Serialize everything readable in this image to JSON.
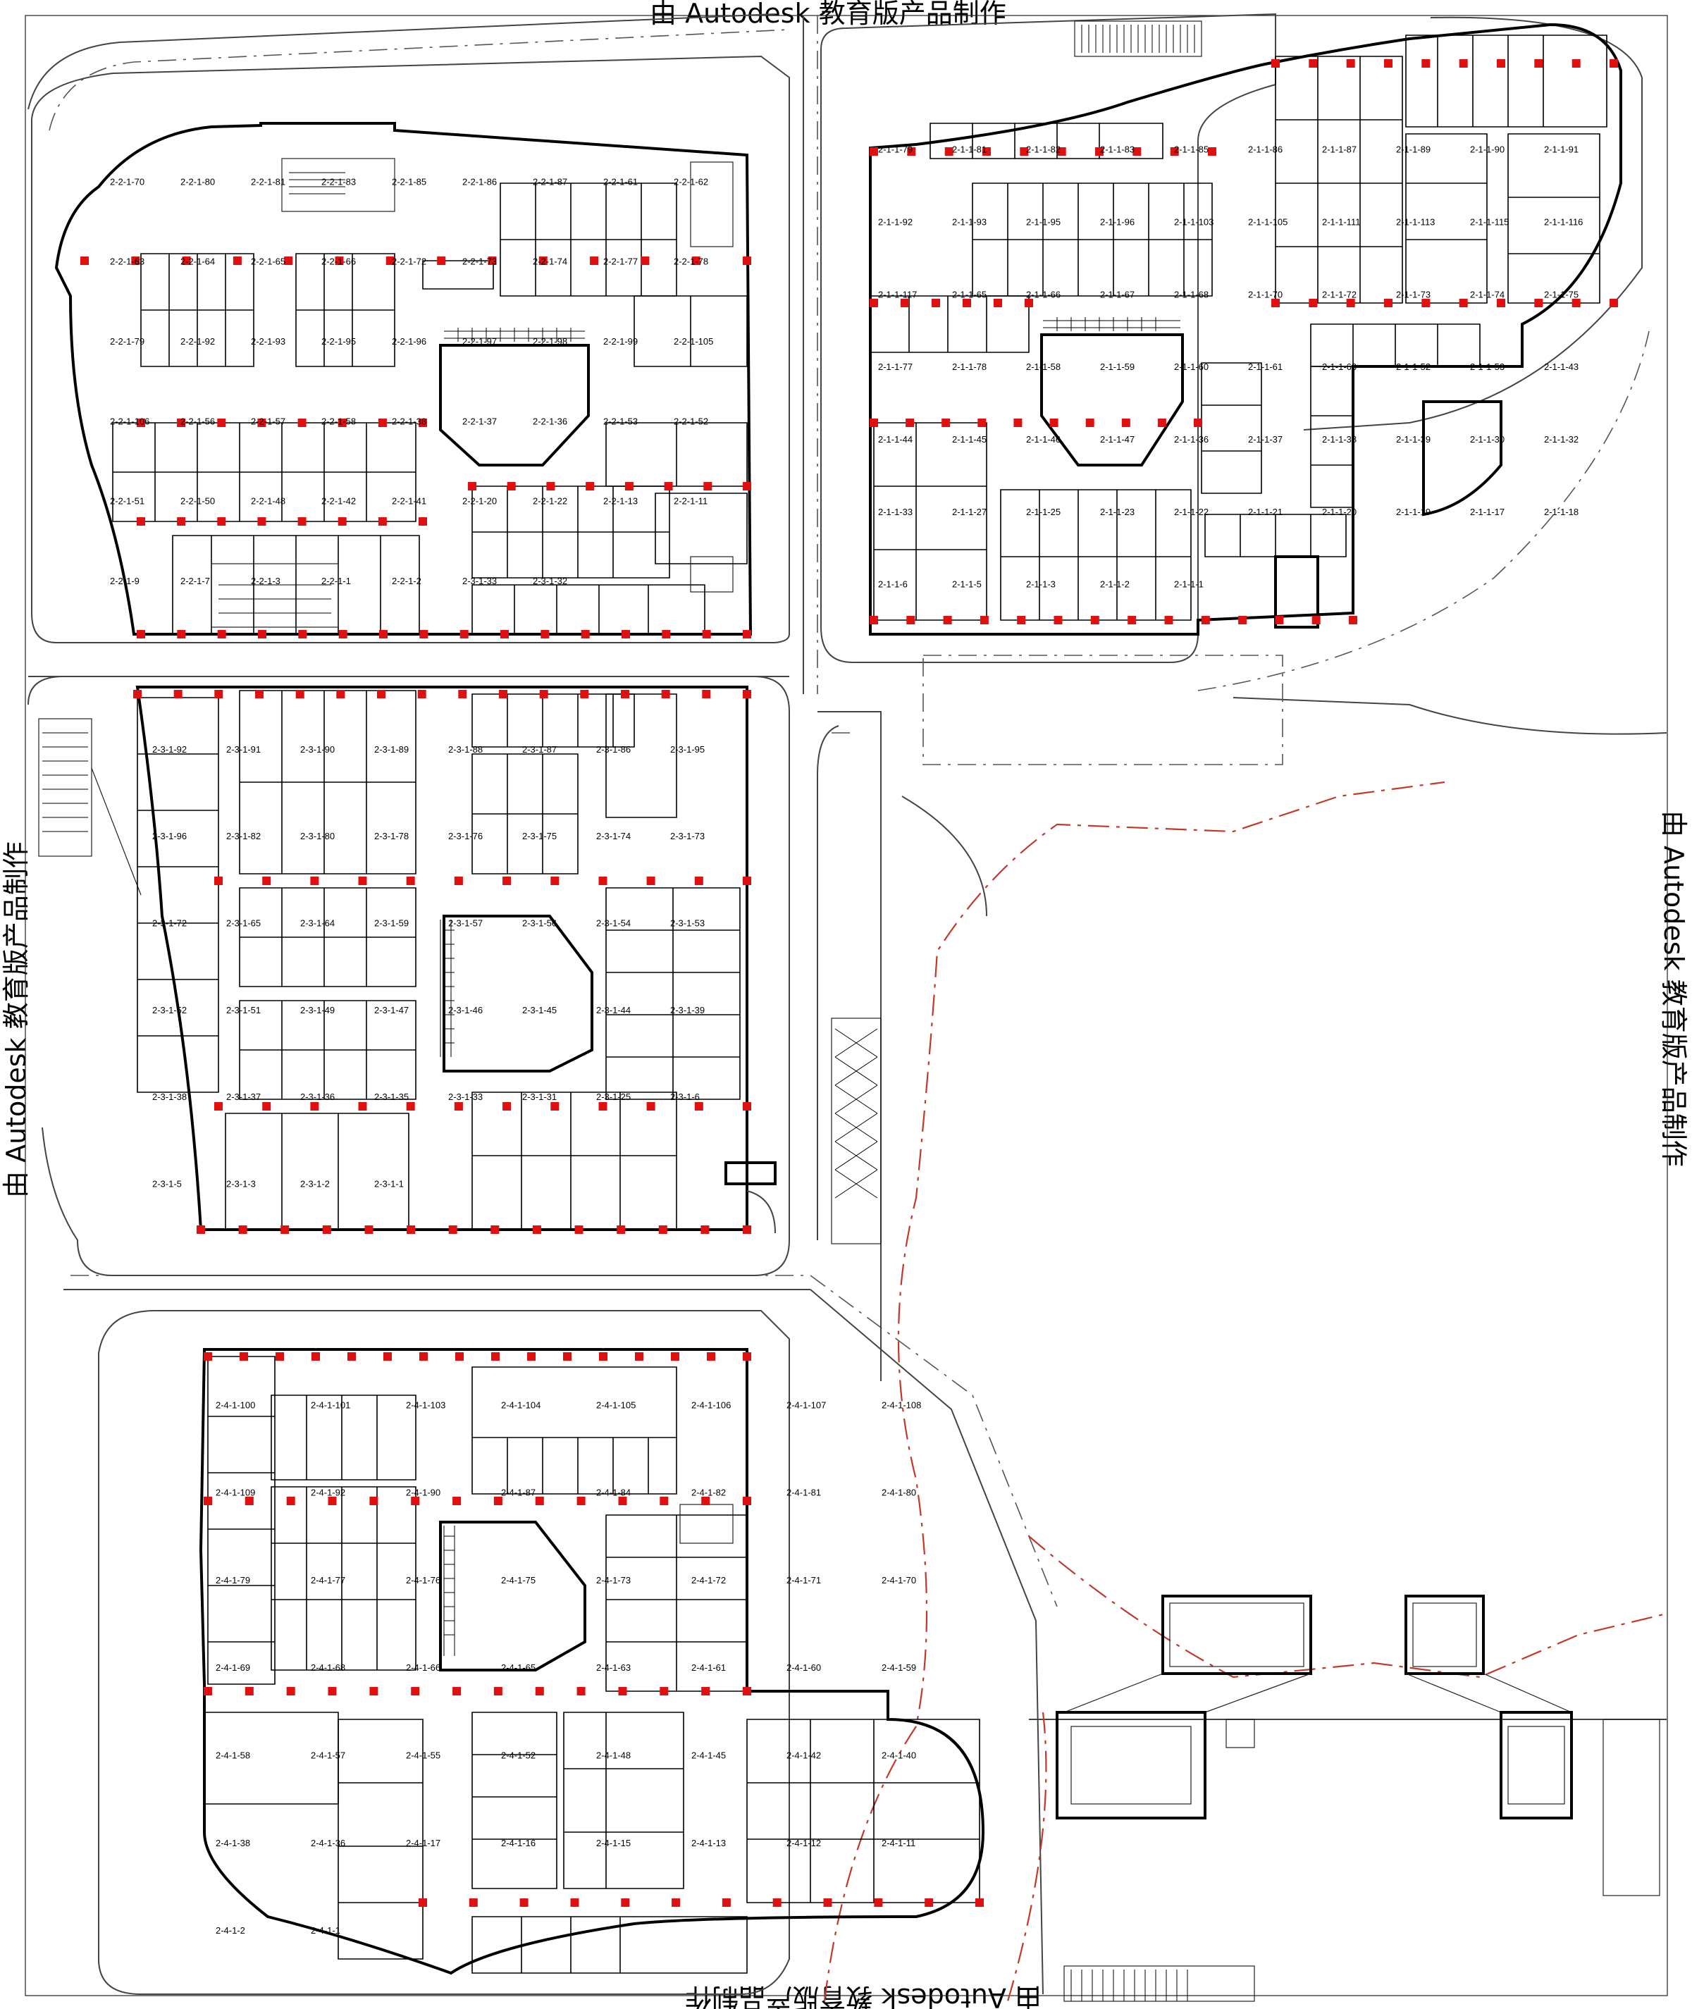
{
  "watermark": "由 Autodesk 教育版产品制作",
  "blocks": [
    {
      "id": "block-2-2",
      "units": [
        "2-2-1-70",
        "2-2-1-80",
        "2-2-1-81",
        "2-2-1-83",
        "2-2-1-85",
        "2-2-1-86",
        "2-2-1-87",
        "2-2-1-61",
        "2-2-1-62",
        "2-2-1-63",
        "2-2-1-64",
        "2-2-1-65",
        "2-2-1-66",
        "2-2-1-72",
        "2-2-1-73",
        "2-2-1-74",
        "2-2-1-77",
        "2-2-1-78",
        "2-2-1-79",
        "2-2-1-92",
        "2-2-1-93",
        "2-2-1-95",
        "2-2-1-96",
        "2-2-1-97",
        "2-2-1-98",
        "2-2-1-99",
        "2-2-1-105",
        "2-2-1-106",
        "2-2-1-56",
        "2-2-1-57",
        "2-2-1-58",
        "2-2-1-38",
        "2-2-1-37",
        "2-2-1-36",
        "2-2-1-53",
        "2-2-1-52",
        "2-2-1-51",
        "2-2-1-50",
        "2-2-1-48",
        "2-2-1-42",
        "2-2-1-41",
        "2-2-1-20",
        "2-2-1-22",
        "2-2-1-13",
        "2-2-1-11",
        "2-2-1-9",
        "2-2-1-7",
        "2-2-1-3",
        "2-2-1-1",
        "2-2-1-2",
        "2-3-1-33",
        "2-3-1-32"
      ]
    },
    {
      "id": "block-2-1",
      "units": [
        "2-1-1-79",
        "2-1-1-81",
        "2-1-1-82",
        "2-1-1-83",
        "2-1-1-85",
        "2-1-1-86",
        "2-1-1-87",
        "2-1-1-89",
        "2-1-1-90",
        "2-1-1-91",
        "2-1-1-92",
        "2-1-1-93",
        "2-1-1-95",
        "2-1-1-96",
        "2-1-1-103",
        "2-1-1-105",
        "2-1-1-111",
        "2-1-1-113",
        "2-1-1-115",
        "2-1-1-116",
        "2-1-1-117",
        "2-1-1-65",
        "2-1-1-66",
        "2-1-1-67",
        "2-1-1-68",
        "2-1-1-70",
        "2-1-1-72",
        "2-1-1-73",
        "2-1-1-74",
        "2-1-1-75",
        "2-1-1-77",
        "2-1-1-78",
        "2-1-1-58",
        "2-1-1-59",
        "2-1-1-60",
        "2-1-1-61",
        "2-1-1-63",
        "2-1-1-52",
        "2-1-1-53",
        "2-1-1-43",
        "2-1-1-44",
        "2-1-1-45",
        "2-1-1-46",
        "2-1-1-47",
        "2-1-1-36",
        "2-1-1-37",
        "2-1-1-38",
        "2-1-1-39",
        "2-1-1-30",
        "2-1-1-32",
        "2-1-1-33",
        "2-1-1-27",
        "2-1-1-25",
        "2-1-1-23",
        "2-1-1-22",
        "2-1-1-21",
        "2-1-1-20",
        "2-1-1-19",
        "2-1-1-17",
        "2-1-1-18",
        "2-1-1-6",
        "2-1-1-5",
        "2-1-1-3",
        "2-1-1-2",
        "2-1-1-1"
      ]
    },
    {
      "id": "block-2-3",
      "units": [
        "2-3-1-92",
        "2-3-1-91",
        "2-3-1-90",
        "2-3-1-89",
        "2-3-1-88",
        "2-3-1-87",
        "2-3-1-86",
        "2-3-1-95",
        "2-3-1-96",
        "2-3-1-82",
        "2-3-1-80",
        "2-3-1-78",
        "2-3-1-76",
        "2-3-1-75",
        "2-3-1-74",
        "2-3-1-73",
        "2-3-1-72",
        "2-3-1-65",
        "2-3-1-64",
        "2-3-1-59",
        "2-3-1-57",
        "2-3-1-56",
        "2-3-1-54",
        "2-3-1-53",
        "2-3-1-52",
        "2-3-1-51",
        "2-3-1-49",
        "2-3-1-47",
        "2-3-1-46",
        "2-3-1-45",
        "2-3-1-44",
        "2-3-1-39",
        "2-3-1-38",
        "2-3-1-37",
        "2-3-1-36",
        "2-3-1-35",
        "2-3-1-33",
        "2-3-1-31",
        "2-3-1-25",
        "2-3-1-6",
        "2-3-1-5",
        "2-3-1-3",
        "2-3-1-2",
        "2-3-1-1"
      ]
    },
    {
      "id": "block-2-4",
      "units": [
        "2-4-1-100",
        "2-4-1-101",
        "2-4-1-103",
        "2-4-1-104",
        "2-4-1-105",
        "2-4-1-106",
        "2-4-1-107",
        "2-4-1-108",
        "2-4-1-109",
        "2-4-1-92",
        "2-4-1-90",
        "2-4-1-87",
        "2-4-1-84",
        "2-4-1-82",
        "2-4-1-81",
        "2-4-1-80",
        "2-4-1-79",
        "2-4-1-77",
        "2-4-1-76",
        "2-4-1-75",
        "2-4-1-73",
        "2-4-1-72",
        "2-4-1-71",
        "2-4-1-70",
        "2-4-1-69",
        "2-4-1-68",
        "2-4-1-66",
        "2-4-1-65",
        "2-4-1-63",
        "2-4-1-61",
        "2-4-1-60",
        "2-4-1-59",
        "2-4-1-58",
        "2-4-1-57",
        "2-4-1-55",
        "2-4-1-52",
        "2-4-1-48",
        "2-4-1-45",
        "2-4-1-42",
        "2-4-1-40",
        "2-4-1-38",
        "2-4-1-36",
        "2-4-1-17",
        "2-4-1-16",
        "2-4-1-15",
        "2-4-1-13",
        "2-4-1-12",
        "2-4-1-11",
        "2-4-1-2",
        "2-4-1-1"
      ]
    }
  ]
}
